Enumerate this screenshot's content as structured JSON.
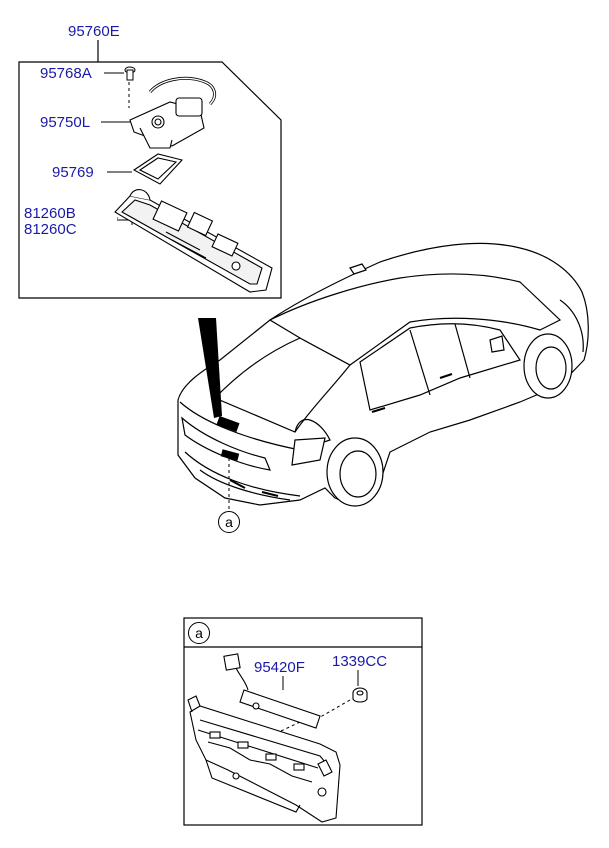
{
  "top_assembly": {
    "parent_part": "95760E",
    "parts": {
      "screw": "95768A",
      "camera": "95750L",
      "gasket": "95769",
      "housing_b": "81260B",
      "housing_c": "81260C"
    }
  },
  "car_callout": "a",
  "detail": {
    "ref": "a",
    "parts": {
      "sensor": "95420F",
      "nut": "1339CC"
    }
  },
  "colors": {
    "label": "#1a1aa6",
    "line": "#000000"
  }
}
